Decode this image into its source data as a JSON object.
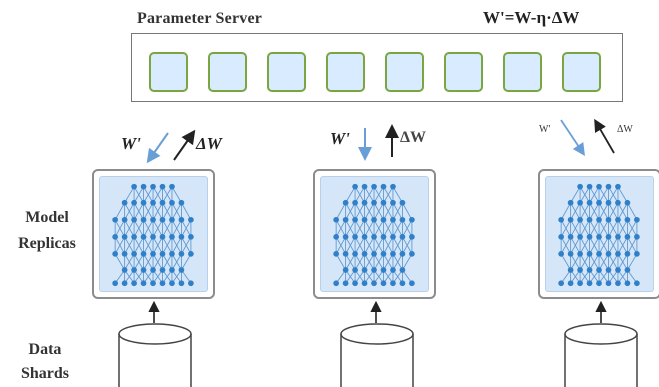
{
  "server": {
    "title": "Parameter Server",
    "formula": "W'=W-η·ΔW",
    "cell_count": 8,
    "cell_fill": "#d9ecff",
    "cell_border": "#7aa642"
  },
  "labels": {
    "model_line1": "Model",
    "model_line2": "Replicas",
    "data_line1": "Data",
    "data_line2": "Shards"
  },
  "replicas": [
    {
      "down_label": "W'",
      "up_label": "ΔW"
    },
    {
      "down_label": "W'",
      "up_label": "ΔW"
    },
    {
      "down_label": "W'",
      "up_label": "ΔW"
    }
  ],
  "colors": {
    "node": "#2f7fc9",
    "edge": "#5d96cf",
    "down_arrow": "#6a9fd6",
    "up_arrow": "#222222",
    "replica_fill": "#d4e6f8"
  }
}
